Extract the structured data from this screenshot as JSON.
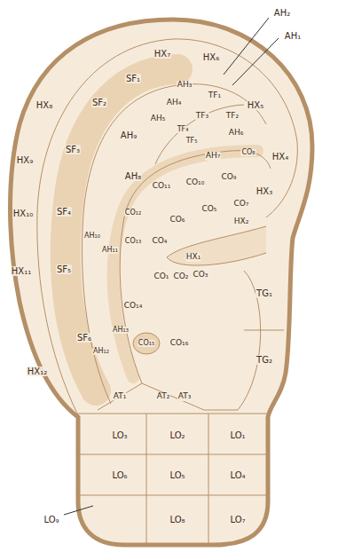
{
  "diagram": {
    "labels": [
      "AH₂",
      "AH₁",
      "HX₇",
      "HX₆",
      "SF₁",
      "AH₃",
      "HX₈",
      "SF₂",
      "AH₄",
      "TF₁",
      "HX₅",
      "AH₅",
      "TF₃",
      "TF₂",
      "TF₄",
      "TF₅",
      "AH₆",
      "AH₉",
      "SF₃",
      "HX₉",
      "CO₈",
      "HX₄",
      "AH₇",
      "AH₈",
      "CO₁₁",
      "CO₁₀",
      "CO₉",
      "HX₃",
      "CO₇",
      "CO₅",
      "HX₁₀",
      "SF₄",
      "CO₁₂",
      "CO₆",
      "HX₂",
      "AH₁₀",
      "AH₁₁",
      "CO₁₃",
      "CO₄",
      "HX₁",
      "HX₁₁",
      "SF₅",
      "CO₁",
      "CO₂",
      "CO₃",
      "TG₁",
      "CO₁₄",
      "SF₆",
      "AH₁₂",
      "AH₁₃",
      "CO₁₅",
      "CO₁₆",
      "TG₂",
      "HX₁₂",
      "AT₁",
      "AT₂",
      "AT₃",
      "LO₃",
      "LO₂",
      "LO₁",
      "LO₆",
      "LO₅",
      "LO₄",
      "LO₉",
      "LO₈",
      "LO₇"
    ]
  }
}
